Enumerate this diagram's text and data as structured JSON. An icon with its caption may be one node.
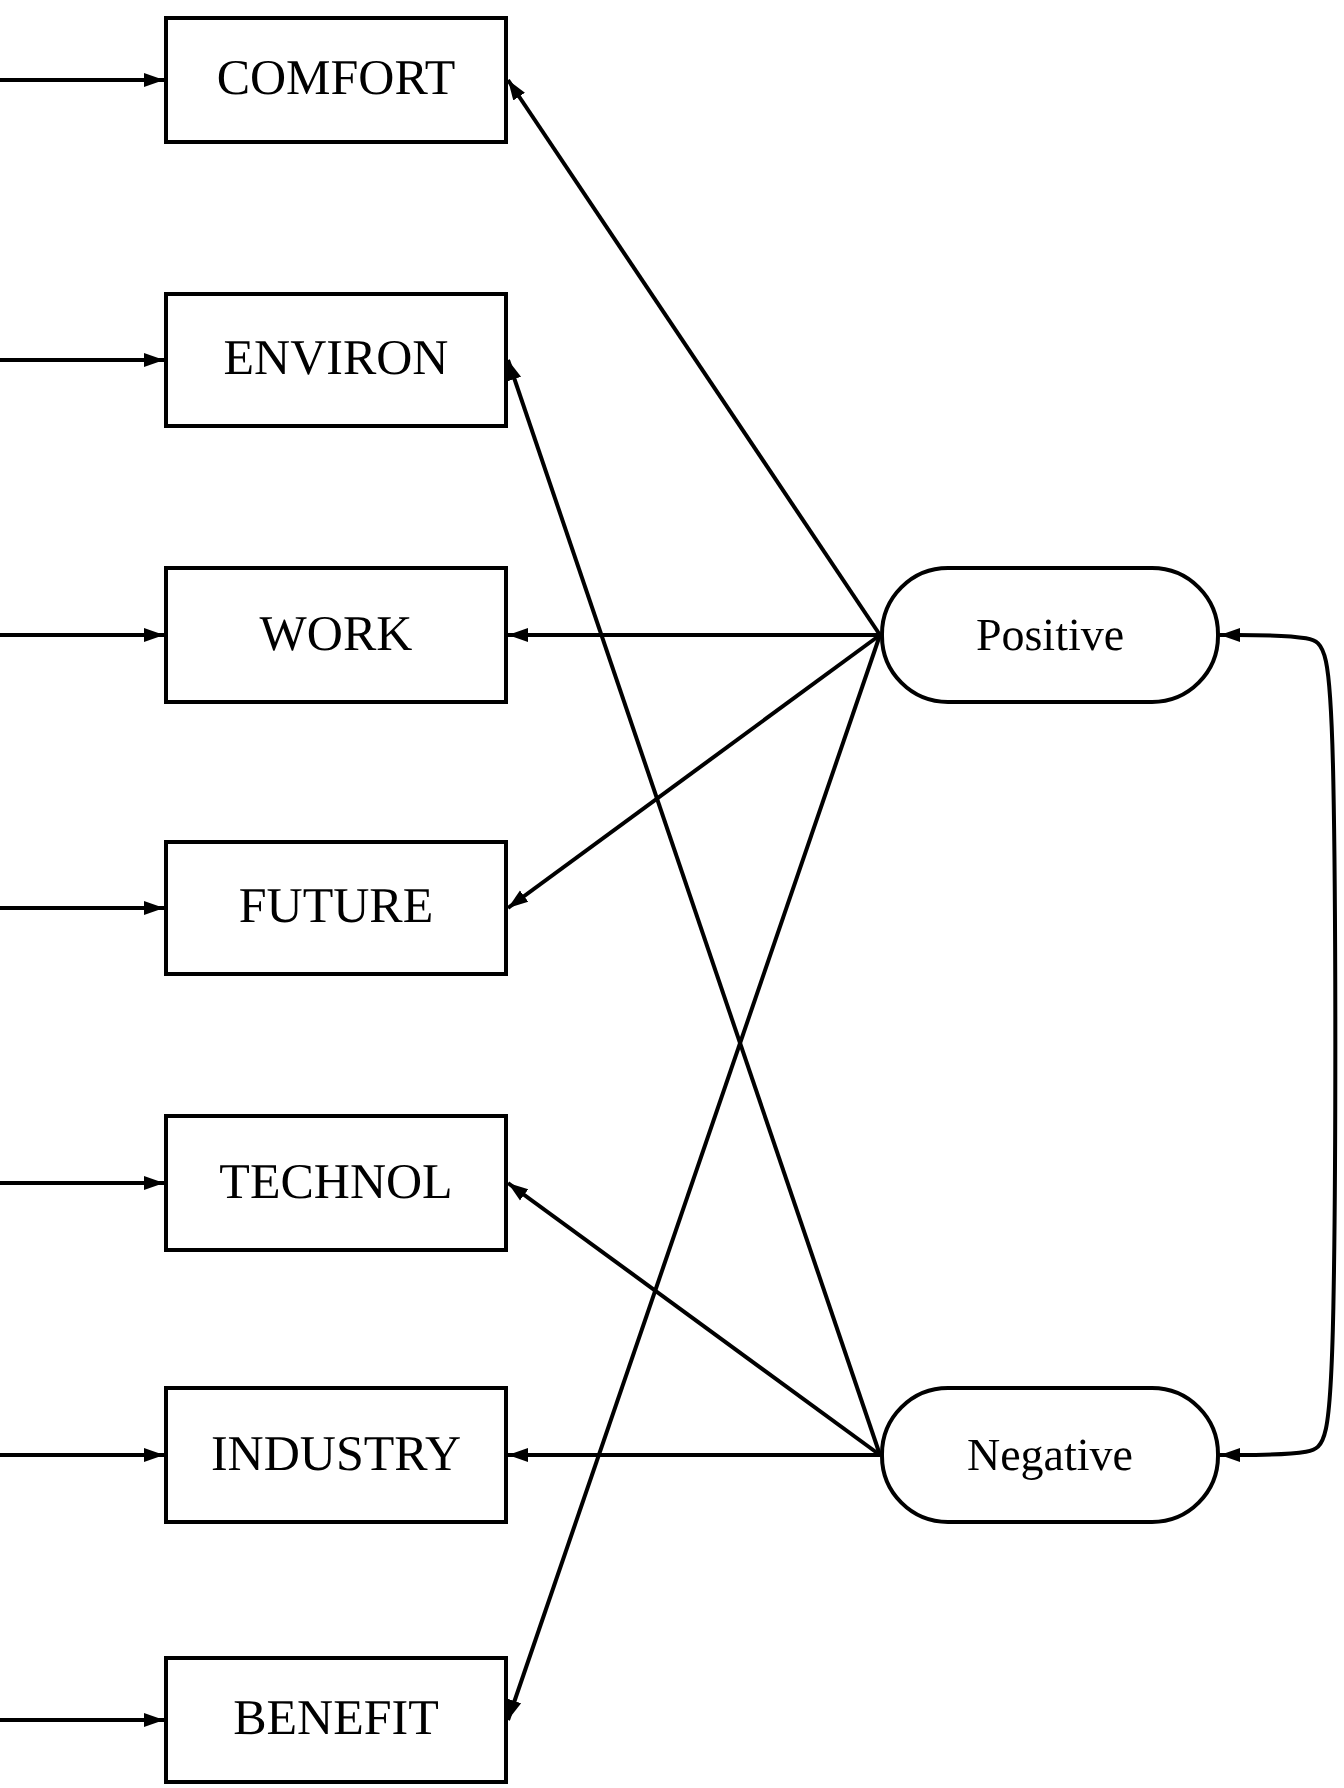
{
  "diagram": {
    "nodes": [
      {
        "text": [
          "COMFORT"
        ]
      },
      {
        "text": [
          "ENVIRON"
        ]
      },
      {
        "text": [
          "WORK"
        ]
      },
      {
        "text": [
          "FUTURE"
        ]
      },
      {
        "text": [
          "TECHNOL"
        ]
      },
      {
        "text": [
          "INDUSTRY"
        ]
      },
      {
        "text": [
          "BENEFIT"
        ]
      },
      {
        "text": [
          "Positive"
        ]
      },
      {
        "text": [
          "Negative"
        ]
      }
    ],
    "edges": [
      {
        "from": null,
        "to": 0,
        "arrow": "to"
      },
      {
        "from": null,
        "to": 1,
        "arrow": "to"
      },
      {
        "from": null,
        "to": 2,
        "arrow": "to"
      },
      {
        "from": null,
        "to": 3,
        "arrow": "to"
      },
      {
        "from": null,
        "to": 4,
        "arrow": "to"
      },
      {
        "from": null,
        "to": 5,
        "arrow": "to"
      },
      {
        "from": null,
        "to": 6,
        "arrow": "to"
      },
      {
        "from": 7,
        "to": 0,
        "arrow": "to"
      },
      {
        "from": 7,
        "to": 2,
        "arrow": "to"
      },
      {
        "from": 7,
        "to": 3,
        "arrow": "to"
      },
      {
        "from": 7,
        "to": 6,
        "arrow": "to"
      },
      {
        "from": 8,
        "to": 1,
        "arrow": "to"
      },
      {
        "from": 8,
        "to": 4,
        "arrow": "to"
      },
      {
        "from": 8,
        "to": 5,
        "arrow": "to"
      },
      {
        "from": 7,
        "to": 8,
        "arrow": "both"
      }
    ]
  }
}
